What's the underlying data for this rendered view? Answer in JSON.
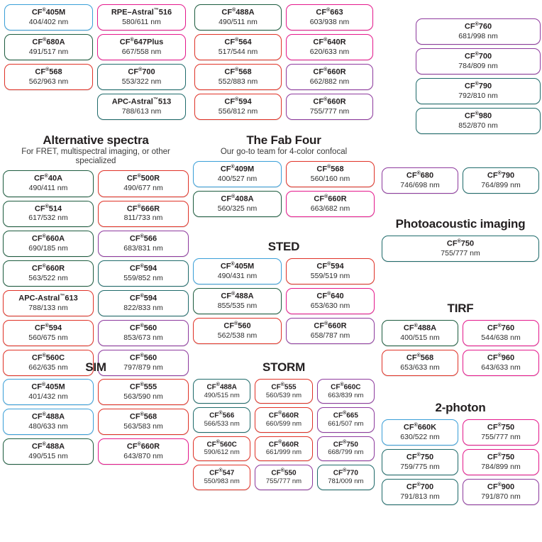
{
  "palette": {
    "blue": "#3a9fd8",
    "green": "#1d5c3f",
    "red": "#e03227",
    "magenta": "#e5188c",
    "purple": "#8e3a9e",
    "teal": "#1f6b6b",
    "text": "#231f20"
  },
  "sections": [
    {
      "id": "sec-top-left",
      "title": "",
      "subtitle": "",
      "columns": 2,
      "chips": [
        {
          "name": "CF",
          "sup": "®",
          "suffix": "405M",
          "spec": "404/402 nm",
          "color": "blue"
        },
        {
          "name": "RPE–Astral",
          "sup": "™",
          "suffix": "516",
          "spec": "580/611 nm",
          "color": "magenta"
        },
        {
          "name": "CF",
          "sup": "®",
          "suffix": "680A",
          "spec": "491/517 nm",
          "color": "green"
        },
        {
          "name": "CF",
          "sup": "®",
          "suffix": "647Plus",
          "spec": "667/558 nm",
          "color": "magenta"
        },
        {
          "name": "CF",
          "sup": "®",
          "suffix": "568",
          "spec": "562/963 nm",
          "color": "red"
        },
        {
          "name": "CF",
          "sup": "®",
          "suffix": "700",
          "spec": "553/322 nm",
          "color": "teal"
        },
        {
          "name": "",
          "sup": "",
          "suffix": "",
          "spec": "",
          "color": "none"
        },
        {
          "name": "APC-Astral",
          "sup": "™",
          "suffix": "513",
          "spec": "788/613 nm",
          "color": "teal"
        }
      ]
    },
    {
      "id": "sec-top-mid",
      "title": "",
      "subtitle": "",
      "columns": 2,
      "chips": [
        {
          "name": "CF",
          "sup": "®",
          "suffix": "488A",
          "spec": "490/511 nm",
          "color": "green"
        },
        {
          "name": "CF",
          "sup": "®",
          "suffix": "663",
          "spec": "603/938 nm",
          "color": "magenta"
        },
        {
          "name": "CF",
          "sup": "®",
          "suffix": "564",
          "spec": "517/544 nm",
          "color": "red"
        },
        {
          "name": "CF",
          "sup": "®",
          "suffix": "640R",
          "spec": "620/633 nm",
          "color": "magenta"
        },
        {
          "name": "CF",
          "sup": "®",
          "suffix": "568",
          "spec": "552/883 nm",
          "color": "red"
        },
        {
          "name": "CF",
          "sup": "®",
          "suffix": "660R",
          "spec": "662/882 nm",
          "color": "purple"
        },
        {
          "name": "CF",
          "sup": "®",
          "suffix": "594",
          "spec": "556/812 nm",
          "color": "red"
        },
        {
          "name": "CF",
          "sup": "®",
          "suffix": "660R",
          "spec": "755/777 nm",
          "color": "purple"
        }
      ]
    },
    {
      "id": "sec-top-right",
      "title": "",
      "subtitle": "",
      "columns": 1,
      "chips": [
        {
          "name": "CF",
          "sup": "®",
          "suffix": "760",
          "spec": "681/998 nm",
          "color": "purple"
        },
        {
          "name": "CF",
          "sup": "®",
          "suffix": "700",
          "spec": "784/809 nm",
          "color": "purple"
        },
        {
          "name": "CF",
          "sup": "®",
          "suffix": "790",
          "spec": "792/810 nm",
          "color": "teal"
        },
        {
          "name": "CF",
          "sup": "®",
          "suffix": "980",
          "spec": "852/870 nm",
          "color": "teal"
        }
      ]
    },
    {
      "id": "sec-alt",
      "title": "Alternative spectra",
      "subtitle": "For FRET, multispectral imaging, or other specialized",
      "columns": 2,
      "chips": [
        {
          "name": "CF",
          "sup": "®",
          "suffix": "40A",
          "spec": "490/411 nm",
          "color": "green"
        },
        {
          "name": "CF",
          "sup": "®",
          "suffix": "500R",
          "spec": "490/677 nm",
          "color": "red"
        },
        {
          "name": "CF",
          "sup": "®",
          "suffix": "514",
          "spec": "617/532 nm",
          "color": "green"
        },
        {
          "name": "CF",
          "sup": "®",
          "suffix": "666R",
          "spec": "811/733 nm",
          "color": "red"
        },
        {
          "name": "CF",
          "sup": "®",
          "suffix": "660A",
          "spec": "690/185 nm",
          "color": "green"
        },
        {
          "name": "CF",
          "sup": "®",
          "suffix": "566",
          "spec": "683/831 nm",
          "color": "purple"
        },
        {
          "name": "CF",
          "sup": "®",
          "suffix": "660R",
          "spec": "563/522 nm",
          "color": "green"
        },
        {
          "name": "CF",
          "sup": "®",
          "suffix": "594",
          "spec": "559/852 nm",
          "color": "teal"
        },
        {
          "name": "APC-Astral",
          "sup": "™",
          "suffix": "613",
          "spec": "788/133 nm",
          "color": "red"
        },
        {
          "name": "CF",
          "sup": "®",
          "suffix": "594",
          "spec": "822/833 nm",
          "color": "teal"
        },
        {
          "name": "CF",
          "sup": "®",
          "suffix": "594",
          "spec": "560/675 nm",
          "color": "red"
        },
        {
          "name": "CF",
          "sup": "®",
          "suffix": "560",
          "spec": "853/673 nm",
          "color": "purple"
        },
        {
          "name": "CF",
          "sup": "®",
          "suffix": "560C",
          "spec": "662/635 nm",
          "color": "red"
        },
        {
          "name": "CF",
          "sup": "®",
          "suffix": "560",
          "spec": "797/879 nm",
          "color": "purple"
        }
      ]
    },
    {
      "id": "sec-sim",
      "title": "SIM",
      "subtitle": "",
      "columns": 2,
      "chips": [
        {
          "name": "CF",
          "sup": "®",
          "suffix": "405M",
          "spec": "401/432 nm",
          "color": "blue"
        },
        {
          "name": "CF",
          "sup": "®",
          "suffix": "555",
          "spec": "563/590 nm",
          "color": "red"
        },
        {
          "name": "CF",
          "sup": "®",
          "suffix": "488A",
          "spec": "480/633 nm",
          "color": "blue"
        },
        {
          "name": "CF",
          "sup": "®",
          "suffix": "568",
          "spec": "563/583 nm",
          "color": "red"
        },
        {
          "name": "CF",
          "sup": "®",
          "suffix": "488A",
          "spec": "490/515 nm",
          "color": "green"
        },
        {
          "name": "CF",
          "sup": "®",
          "suffix": "660R",
          "spec": "643/870 nm",
          "color": "magenta"
        }
      ]
    },
    {
      "id": "sec-fab",
      "title": "The Fab Four",
      "subtitle": "Our go-to team for 4-color confocal",
      "columns": 2,
      "chips": [
        {
          "name": "CF",
          "sup": "®",
          "suffix": "409M",
          "spec": "400/527 nm",
          "color": "blue"
        },
        {
          "name": "CF",
          "sup": "®",
          "suffix": "568",
          "spec": "560/160 nm",
          "color": "red"
        },
        {
          "name": "CF",
          "sup": "®",
          "suffix": "408A",
          "spec": "560/325 nm",
          "color": "green"
        },
        {
          "name": "CF",
          "sup": "®",
          "suffix": "660R",
          "spec": "663/682 nm",
          "color": "magenta"
        }
      ]
    },
    {
      "id": "sec-sted",
      "title": "STED",
      "subtitle": "",
      "columns": 2,
      "chips": [
        {
          "name": "CF",
          "sup": "®",
          "suffix": "405M",
          "spec": "490/431 nm",
          "color": "blue"
        },
        {
          "name": "CF",
          "sup": "®",
          "suffix": "594",
          "spec": "559/519 nm",
          "color": "red"
        },
        {
          "name": "CF",
          "sup": "®",
          "suffix": "488A",
          "spec": "855/535 nm",
          "color": "green"
        },
        {
          "name": "CF",
          "sup": "®",
          "suffix": "640",
          "spec": "653/630 nm",
          "color": "magenta"
        },
        {
          "name": "CF",
          "sup": "®",
          "suffix": "560",
          "spec": "562/538 nm",
          "color": "red"
        },
        {
          "name": "CF",
          "sup": "®",
          "suffix": "660R",
          "spec": "658/787 nm",
          "color": "purple"
        }
      ]
    },
    {
      "id": "sec-storm",
      "title": "STORM",
      "subtitle": "",
      "columns": 3,
      "chips": [
        {
          "name": "CF",
          "sup": "®",
          "suffix": "488A",
          "spec": "490/515 nm",
          "color": "teal"
        },
        {
          "name": "CF",
          "sup": "®",
          "suffix": "555",
          "spec": "560/539 nm",
          "color": "red"
        },
        {
          "name": "CF",
          "sup": "®",
          "suffix": "660C",
          "spec": "663/839 nm",
          "color": "purple"
        },
        {
          "name": "CF",
          "sup": "®",
          "suffix": "566",
          "spec": "566/533 nm",
          "color": "teal"
        },
        {
          "name": "CF",
          "sup": "®",
          "suffix": "660R",
          "spec": "660/599 nm",
          "color": "red"
        },
        {
          "name": "CF",
          "sup": "®",
          "suffix": "665",
          "spec": "661/507 nm",
          "color": "purple"
        },
        {
          "name": "CF",
          "sup": "®",
          "suffix": "560C",
          "spec": "590/612 nm",
          "color": "red"
        },
        {
          "name": "CF",
          "sup": "®",
          "suffix": "660R",
          "spec": "661/999 nm",
          "color": "red"
        },
        {
          "name": "CF",
          "sup": "®",
          "suffix": "750",
          "spec": "668/799 nm",
          "color": "purple"
        },
        {
          "name": "CF",
          "sup": "®",
          "suffix": "547",
          "spec": "550/983 nm",
          "color": "red"
        },
        {
          "name": "CF",
          "sup": "®",
          "suffix": "550",
          "spec": "755/777 nm",
          "color": "purple"
        },
        {
          "name": "CF",
          "sup": "®",
          "suffix": "770",
          "spec": "781/009 nm",
          "color": "teal"
        }
      ]
    },
    {
      "id": "sec-misc-right",
      "title": "",
      "subtitle": "",
      "columns": 2,
      "chips": [
        {
          "name": "CF",
          "sup": "®",
          "suffix": "680",
          "spec": "746/698 nm",
          "color": "purple"
        },
        {
          "name": "CF",
          "sup": "®",
          "suffix": "790",
          "spec": "764/899 nm",
          "color": "teal"
        }
      ]
    },
    {
      "id": "sec-photo",
      "title": "Photoacoustic imaging",
      "subtitle": "",
      "columns": 1,
      "chips": [
        {
          "name": "CF",
          "sup": "®",
          "suffix": "750",
          "spec": "755/777 nm",
          "color": "teal"
        }
      ]
    },
    {
      "id": "sec-tirf",
      "title": "TIRF",
      "subtitle": "",
      "columns": 2,
      "chips": [
        {
          "name": "CF",
          "sup": "®",
          "suffix": "488A",
          "spec": "400/515 nm",
          "color": "green"
        },
        {
          "name": "CF",
          "sup": "®",
          "suffix": "760",
          "spec": "544/638 nm",
          "color": "magenta"
        },
        {
          "name": "CF",
          "sup": "®",
          "suffix": "568",
          "spec": "653/633 nm",
          "color": "red"
        },
        {
          "name": "CF",
          "sup": "®",
          "suffix": "960",
          "spec": "643/633 nm",
          "color": "magenta"
        }
      ]
    },
    {
      "id": "sec-2photon",
      "title": "2-photon",
      "subtitle": "",
      "columns": 2,
      "chips": [
        {
          "name": "CF",
          "sup": "®",
          "suffix": "660K",
          "spec": "630/522 nm",
          "color": "blue"
        },
        {
          "name": "CF",
          "sup": "®",
          "suffix": "750",
          "spec": "755/777 nm",
          "color": "magenta"
        },
        {
          "name": "CF",
          "sup": "®",
          "suffix": "750",
          "spec": "759/775 nm",
          "color": "teal"
        },
        {
          "name": "CF",
          "sup": "®",
          "suffix": "750",
          "spec": "784/899 nm",
          "color": "magenta"
        },
        {
          "name": "CF",
          "sup": "®",
          "suffix": "700",
          "spec": "791/813 nm",
          "color": "teal"
        },
        {
          "name": "CF",
          "sup": "®",
          "suffix": "900",
          "spec": "791/870 nm",
          "color": "purple"
        }
      ]
    }
  ]
}
